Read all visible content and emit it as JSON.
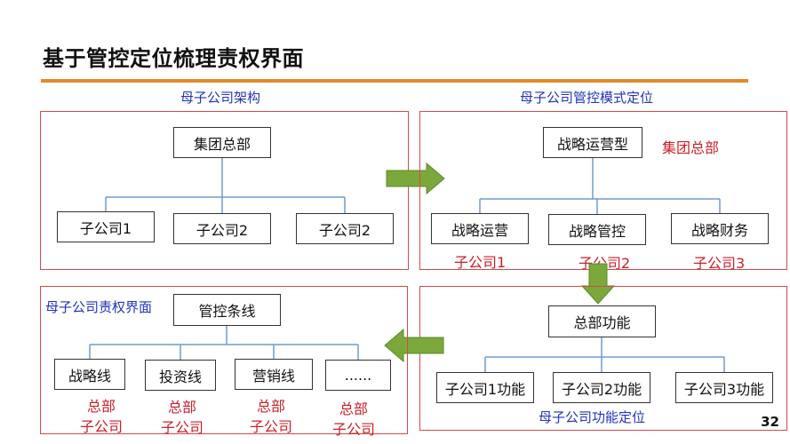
{
  "title": "基于管控定位梳理责权界面",
  "page_number": "32",
  "colors": {
    "accent_rule": "#e38b2a",
    "panel_border": "#d44a4a",
    "caption_blue": "#2233bb",
    "label_red": "#c8202b",
    "connector": "#6f9bd1",
    "arrow_green": "#7aa83a"
  },
  "panel_tl": {
    "caption": "母子公司架构",
    "root": "集团总部",
    "children": [
      "子公司1",
      "子公司2",
      "子公司2"
    ]
  },
  "panel_tr": {
    "caption": "母子公司管控模式定位",
    "root": "战略运营型",
    "root_note": "集团总部",
    "children": [
      "战略运营",
      "战略管控",
      "战略财务"
    ],
    "child_notes": [
      "子公司1",
      "子公司2",
      "子公司3"
    ]
  },
  "panel_br": {
    "root": "总部功能",
    "children": [
      "子公司1功能",
      "子公司2功能",
      "子公司3功能"
    ],
    "caption": "母子公司功能定位"
  },
  "panel_bl": {
    "caption": "母子公司责权界面",
    "root": "管控条线",
    "children": [
      "战略线",
      "投资线",
      "营销线",
      "......"
    ],
    "notes_top": [
      "总部",
      "总部",
      "总部",
      "总部"
    ],
    "notes_bottom": [
      "子公司",
      "子公司",
      "子公司",
      "子公司"
    ]
  },
  "icons": {
    "arrow_right": "arrow-right-icon",
    "arrow_down": "arrow-down-icon",
    "arrow_left": "arrow-left-icon"
  }
}
